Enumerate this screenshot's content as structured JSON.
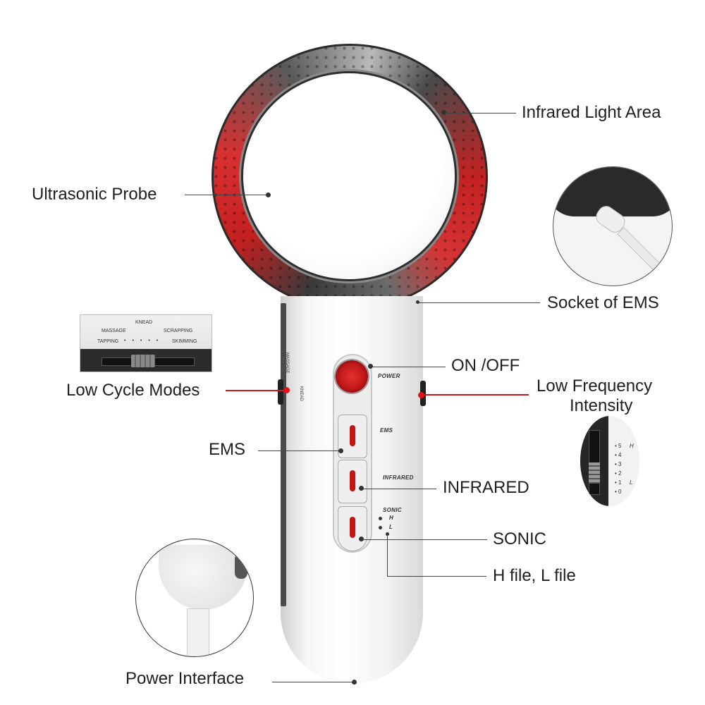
{
  "callouts": {
    "infrared_light_area": "Infrared Light Area",
    "ultrasonic_probe": "Ultrasonic Probe",
    "socket_of_ems": "Socket of EMS",
    "on_off": "ON /OFF",
    "low_cycle_modes": "Low Cycle Modes",
    "low_frequency_intensity_line1": "Low Frequency",
    "low_frequency_intensity_line2": "Intensity",
    "ems": "EMS",
    "infrared": "INFRARED",
    "sonic": "SONIC",
    "h_file_l_file": "H file, L file",
    "power_interface": "Power Interface"
  },
  "device_panel": {
    "power": "POWER",
    "ems": "EMS",
    "infrared": "INFRARED",
    "sonic": "SONIC",
    "h": "H",
    "l": "L"
  },
  "low_cycle_inset": {
    "knead": "KNEAD",
    "massage": "MASSAGE",
    "scrapping": "SCRAPPING",
    "tapping": "TAPPING",
    "skimming": "SKIMMING"
  },
  "intensity_inset": {
    "levels": [
      "5",
      "4",
      "3",
      "2",
      "1",
      "0"
    ],
    "high": "H",
    "low": "L"
  },
  "colors": {
    "accent_red": "#d01a1a",
    "leader_line": "#444444"
  }
}
